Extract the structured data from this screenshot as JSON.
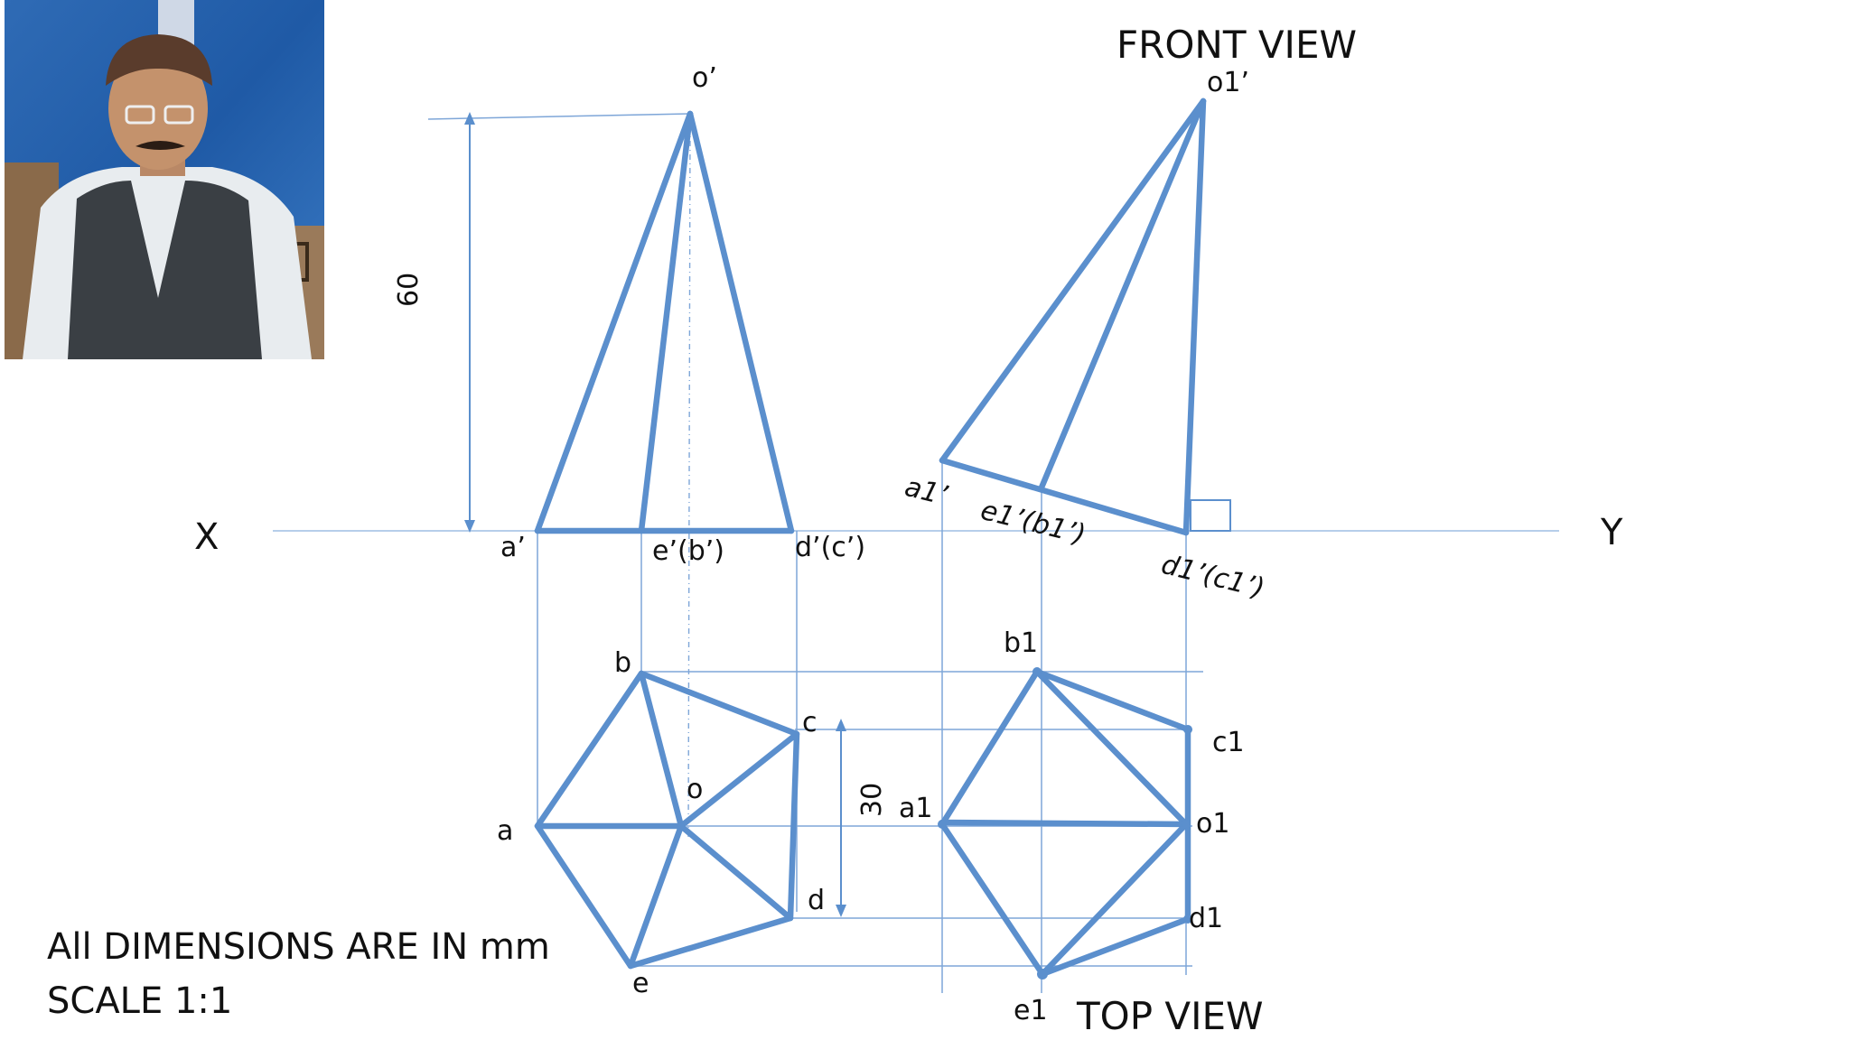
{
  "views": {
    "front_title": "FRONT VIEW",
    "top_title": "TOP VIEW"
  },
  "axis": {
    "x_label": "X",
    "y_label": "Y"
  },
  "notes": {
    "dimensions_note": "All DIMENSIONS ARE IN mm",
    "scale_note": "SCALE 1:1"
  },
  "dimensions": {
    "height": "60",
    "side": "30"
  },
  "front_view_labels": {
    "apex": "o’",
    "a": "a’",
    "eb": "e’(b’)",
    "dc": "d’(c’)"
  },
  "front_view_tilted_labels": {
    "apex": "o1’",
    "a": "a1’",
    "eb": "e1’(b1’)",
    "dc": "d1’(c1’)"
  },
  "top_view_labels": {
    "a": "a",
    "b": "b",
    "c": "c",
    "d": "d",
    "e": "e",
    "o": "o"
  },
  "top_view_tilted_labels": {
    "a": "a1",
    "b": "b1",
    "c": "c1",
    "d": "d1",
    "e": "e1",
    "o": "o1"
  },
  "colors": {
    "line": "#5b8fcd",
    "projector": "#7ea6d8",
    "text": "#111111"
  }
}
